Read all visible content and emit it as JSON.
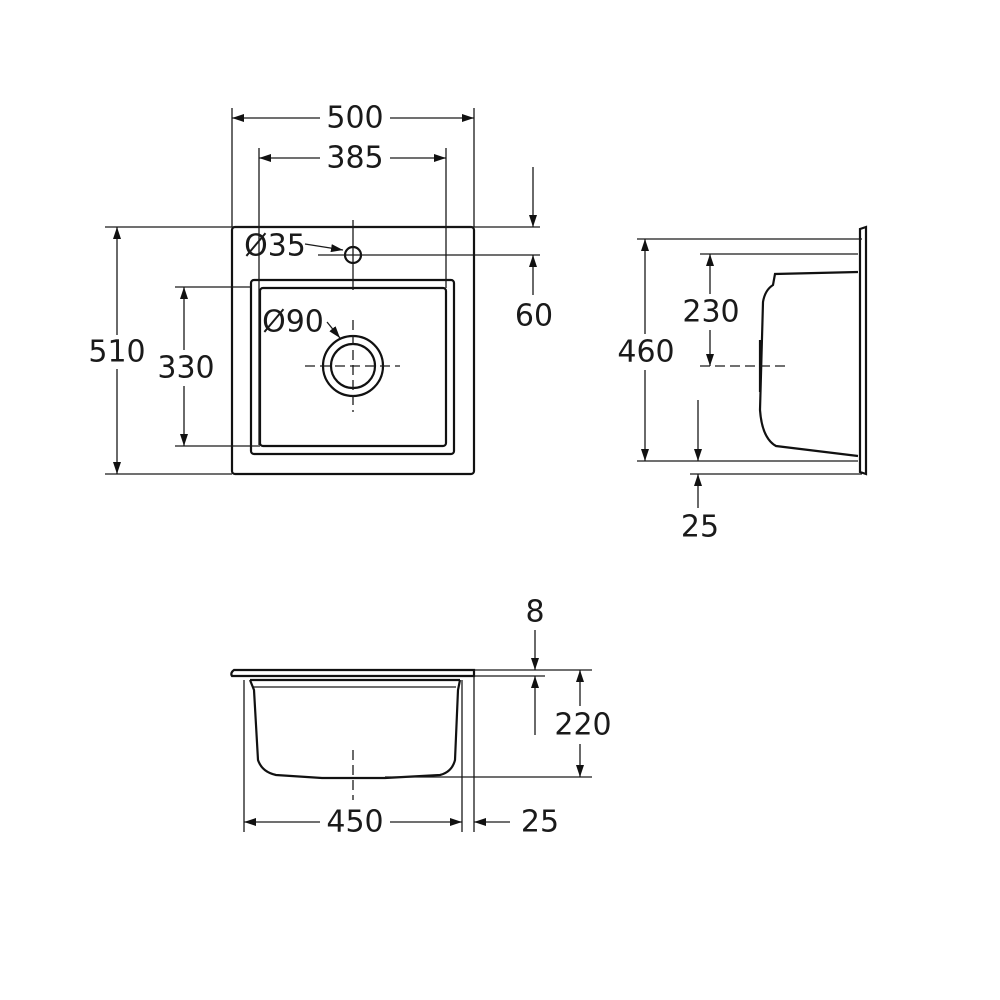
{
  "drawing": {
    "top_view": {
      "overall_width": "500",
      "bowl_width": "385",
      "overall_depth": "510",
      "bowl_depth": "330",
      "tap_hole_offset": "60",
      "tap_hole_diameter": "Ø35",
      "drain_diameter": "Ø90"
    },
    "side_view": {
      "depth": "460",
      "drain_offset": "230",
      "edge_offset": "25"
    },
    "front_view": {
      "rim_thickness": "8",
      "bowl_height": "220",
      "bowl_width": "450",
      "edge_offset": "25"
    }
  }
}
